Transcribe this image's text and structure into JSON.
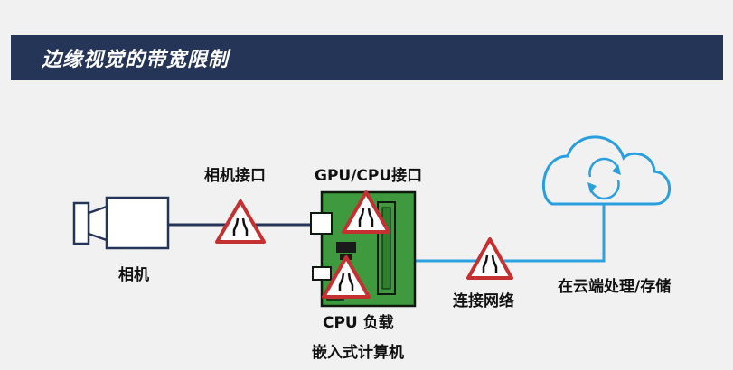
{
  "header": {
    "title": "边缘视觉的带宽限制"
  },
  "labels": {
    "camera": "相机",
    "camera_interface": "相机接口",
    "gpu_cpu_interface": "GPU/CPU接口",
    "cpu_load": "CPU 负载",
    "embedded_computer": "嵌入式计算机",
    "network": "连接网络",
    "cloud": "在云端处理/存储"
  },
  "icons": {
    "camera": "camera-icon",
    "board": "circuit-board-icon",
    "cloud": "cloud-sync-icon",
    "warning": "narrow-road-warning-icon"
  },
  "colors": {
    "banner": "#253558",
    "board": "#3f9a3f",
    "warning_border": "#c53030",
    "network_line": "#2aa3e0",
    "cloud": "#2a9fdf"
  }
}
